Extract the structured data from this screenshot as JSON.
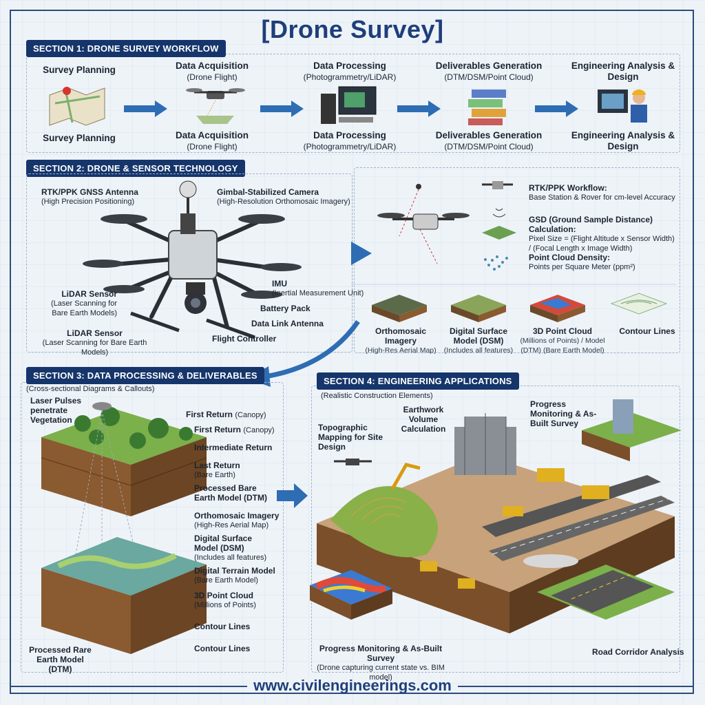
{
  "title": "[Drone Survey]",
  "section1": {
    "header": "SECTION 1: DRONE SURVEY WORKFLOW",
    "steps": [
      {
        "label": "Survey Planning",
        "sub": "",
        "label2": "Survey Planning",
        "sub2": ""
      },
      {
        "label": "Data Acquisition",
        "sub": "(Drone Flight)",
        "label2": "Data Acquisition",
        "sub2": "(Drone Flight)"
      },
      {
        "label": "Data Processing",
        "sub": "(Photogrammetry/LiDAR)",
        "label2": "Data Processing",
        "sub2": "(Photogrammetry/LiDAR)"
      },
      {
        "label": "Deliverables Generation",
        "sub": "(DTM/DSM/Point Cloud)",
        "label2": "Deliverables Generation",
        "sub2": "(DTM/DSM/Point Cloud)"
      },
      {
        "label": "Engineering Analysis & Design",
        "sub": "",
        "label2": "Engineering Analysis & Design",
        "sub2": ""
      }
    ]
  },
  "section2": {
    "header": "SECTION 2: DRONE & SENSOR TECHNOLOGY",
    "callouts": {
      "rtk": {
        "t": "RTK/PPK GNSS Antenna",
        "s": "(High Precision Positioning)"
      },
      "gimbal": {
        "t": "Gimbal-Stabilized Camera",
        "s": "(High-Resolution Orthomosaic Imagery)"
      },
      "lidar1": {
        "t": "LiDAR Sensor",
        "s": "(Laser Scanning for Bare Earth Models)"
      },
      "lidar2": {
        "t": "LiDAR Sensor",
        "s": "(Laser Scanning for Bare Earth Models)"
      },
      "imu": {
        "t": "IMU",
        "s": "(Inertial Measurement Unit)"
      },
      "battery": {
        "t": "Battery Pack"
      },
      "datalink": {
        "t": "Data Link Antenna"
      },
      "fc": {
        "t": "Flight Controller"
      }
    },
    "right": {
      "rtkwf": {
        "t": "RTK/PPK Workflow:",
        "s": "Base Station & Rover for cm-level Accuracy"
      },
      "gsd": {
        "t": "GSD (Ground Sample Distance) Calculation:",
        "s": "Pixel Size = (Flight Altitude x Sensor Width) / (Focal Length x Image Width)"
      },
      "pcd": {
        "t": "Point Cloud Density:",
        "s": "Points per Square Meter (ppm²)"
      }
    },
    "products": [
      {
        "t": "Orthomosaic Imagery",
        "s": "(High-Res Aerial Map)",
        "c": "#5b6b4a"
      },
      {
        "t": "Digital Surface Model (DSM)",
        "s": "(Includes all features)",
        "c": "#8aa45a"
      },
      {
        "t": "3D Point Cloud",
        "s": "(Millions of Points) / Model (DTM) (Bare Earth Model)",
        "c": "#d24a3a"
      },
      {
        "t": "Contour Lines",
        "s": "",
        "c": "#e8f0e0"
      }
    ]
  },
  "section3": {
    "header": "SECTION 3: DATA PROCESSING & DELIVERABLES",
    "sub": "(Cross-sectional Diagrams & Callouts)",
    "laser": "Laser Pulses penetrate Vegetation",
    "callouts": [
      {
        "t": "First Return",
        "s": "(Canopy)",
        "inline": true
      },
      {
        "t": "First Return",
        "s": "(Canopy)",
        "inline": true
      },
      {
        "t": "Intermediate Return",
        "s": ""
      },
      {
        "t": "Last Return",
        "s": "(Bare Earth)"
      },
      {
        "t": "Processed Bare Earth Model (DTM)",
        "s": ""
      },
      {
        "t": "Orthomosaic Imagery",
        "s": "(High-Res Aerial Map)"
      },
      {
        "t": "Digital Surface Model (DSM)",
        "s": "(Includes all features)"
      },
      {
        "t": "Digital Terrain Model",
        "s": "(Bare Earth Model)"
      },
      {
        "t": "3D Point Cloud",
        "s": "(Millions of Points)"
      },
      {
        "t": "Contour Lines",
        "s": ""
      },
      {
        "t": "Contour Lines",
        "s": ""
      }
    ],
    "bottom": "Processed Rare Earth Model (DTM)"
  },
  "section4": {
    "header": "SECTION 4: ENGINEERING APPLICATIONS",
    "sub": "(Realistic Construction Elements)",
    "labels": {
      "topo": "Topographic Mapping for Site Design",
      "earthwork": "Earthwork Volume Calculation",
      "progress": "Progress Monitoring & As-Built Survey",
      "bottom": "Progress Monitoring & As-Built Survey",
      "bottomsub": "(Drone capturing current state vs. BIM model)",
      "road": "Road Corridor Analysis"
    }
  },
  "footer": "www.civilengineerings.com",
  "colors": {
    "navy": "#15356b",
    "arrow": "#2e6db4",
    "title": "#1e3f7a"
  }
}
